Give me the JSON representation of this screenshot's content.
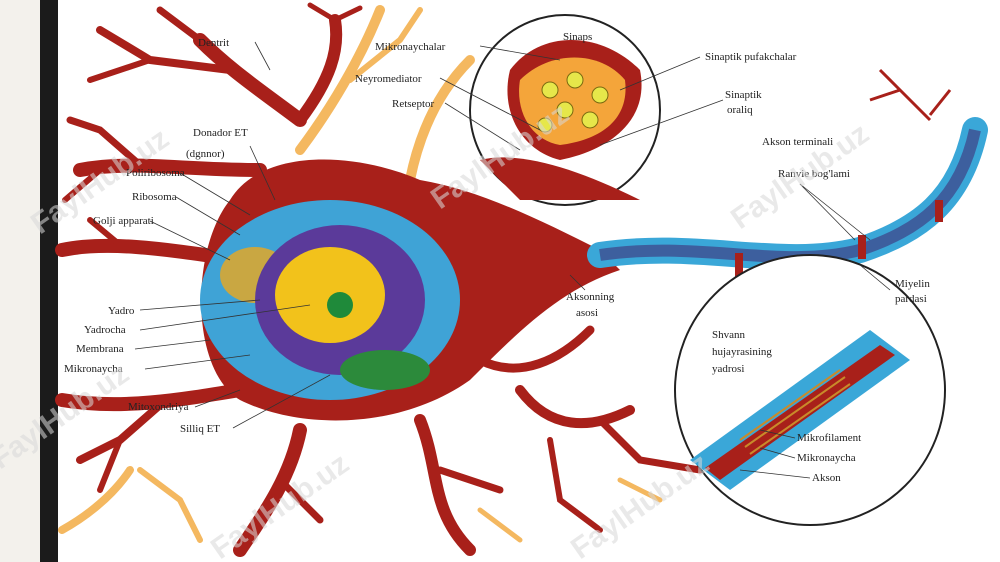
{
  "labels": {
    "dendrite": "Dentrit",
    "granular_er": "Donador ET",
    "granular_er_sub": "(dgnnor)",
    "polyribosome": "Poliribosoma",
    "ribosome": "Ribosoma",
    "golgi": "Golji apparati",
    "nucleus": "Yadro",
    "nucleolus": "Yadrocha",
    "membrane": "Membrana",
    "microtubule": "Mikronaycha",
    "mitochondria": "Mitoxondriya",
    "smooth_er": "Silliq ET",
    "microtubule_top": "Mikronaychalar",
    "neurotransmitter": "Neyromediator",
    "receptor": "Retseptor",
    "synapse": "Sinaps",
    "synaptic_vesicles": "Sinaptik pufakchalar",
    "synaptic_cleft": "Sinaptik",
    "synaptic_cleft_2": "oraliq",
    "axon_terminal": "Akson terminali",
    "ranvier_nodes": "Ranvie bog'lami",
    "axon_hillock": "Aksonning",
    "axon_hillock_2": "asosi",
    "myelin": "Miyelin",
    "myelin_2": "pardasi",
    "schwann_1": "Shvann",
    "schwann_2": "hujayrasining",
    "schwann_3": "yadrosi",
    "microfilament": "Mikrofilament",
    "microtubule_bottom": "Mikronaycha",
    "axon": "Akson"
  },
  "watermark": "FaylHub.uz",
  "colors": {
    "cytoplasm": "#a8201a",
    "nucleus_purple": "#5b3a9a",
    "nucleolus": "#f2c21b",
    "cell_blue": "#3fa3d6",
    "myelin": "#3aa7d8",
    "dendrite_orange": "#f4b860"
  }
}
